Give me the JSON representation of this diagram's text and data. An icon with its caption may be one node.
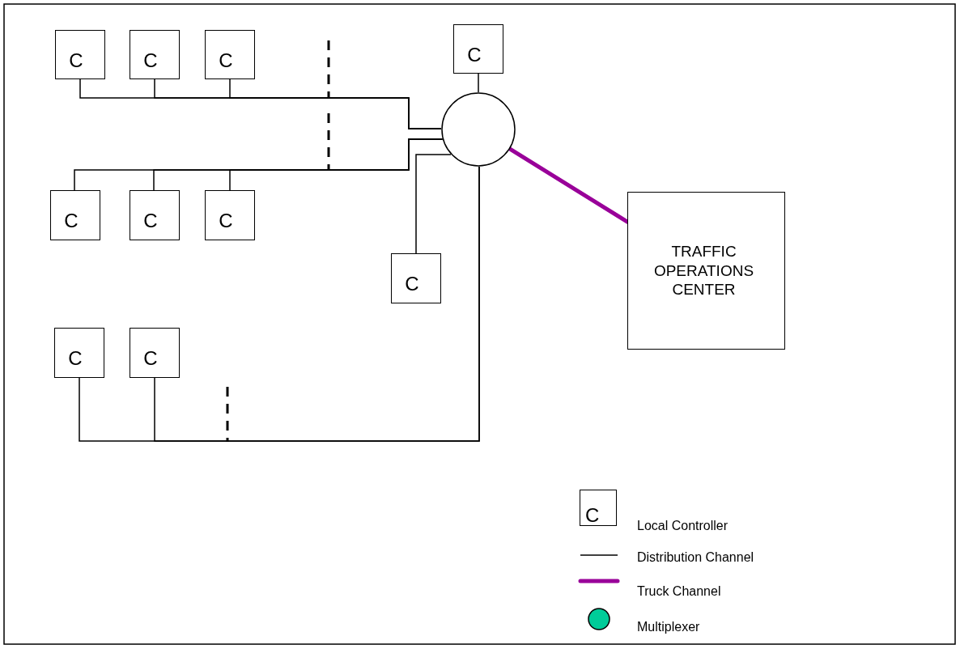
{
  "diagram": {
    "nodes": [
      {
        "text": [
          "C"
        ]
      },
      {
        "text": [
          "C"
        ]
      },
      {
        "text": [
          "C"
        ]
      },
      {
        "text": [
          "C"
        ]
      },
      {
        "text": [],
        "shape": "circle"
      },
      {
        "text": [
          "C"
        ]
      },
      {
        "text": [
          "C"
        ]
      },
      {
        "text": [
          "C"
        ]
      },
      {
        "text": [
          "C"
        ]
      },
      {
        "text": [
          "TRAFFIC OPERATIONS CENTER"
        ]
      },
      {
        "text": [
          "C"
        ]
      },
      {
        "text": [
          "C"
        ]
      }
    ],
    "edges": [
      {
        "from": 0,
        "to": 4,
        "arrow": "none"
      },
      {
        "from": 1,
        "to": 4,
        "arrow": "none"
      },
      {
        "from": 2,
        "to": 4,
        "arrow": "none"
      },
      {
        "from": 3,
        "to": 4,
        "arrow": "none"
      },
      {
        "from": 5,
        "to": 4,
        "arrow": "none"
      },
      {
        "from": 6,
        "to": 4,
        "arrow": "none"
      },
      {
        "from": 7,
        "to": 4,
        "arrow": "none"
      },
      {
        "from": 8,
        "to": 4,
        "arrow": "none"
      },
      {
        "from": 4,
        "to": 9,
        "arrow": "none",
        "style": "thick",
        "color": "#990099"
      },
      {
        "from": 10,
        "to": 4,
        "arrow": "none"
      },
      {
        "from": 11,
        "to": 4,
        "arrow": "none"
      }
    ],
    "labels": [
      "C"
    ],
    "legend": [
      {
        "text": "Local Controller"
      },
      {
        "text": "Distribution Channel"
      },
      {
        "text": "Truck Channel"
      },
      {
        "text": "Multiplexer",
        "color": "#00cc99"
      }
    ]
  }
}
